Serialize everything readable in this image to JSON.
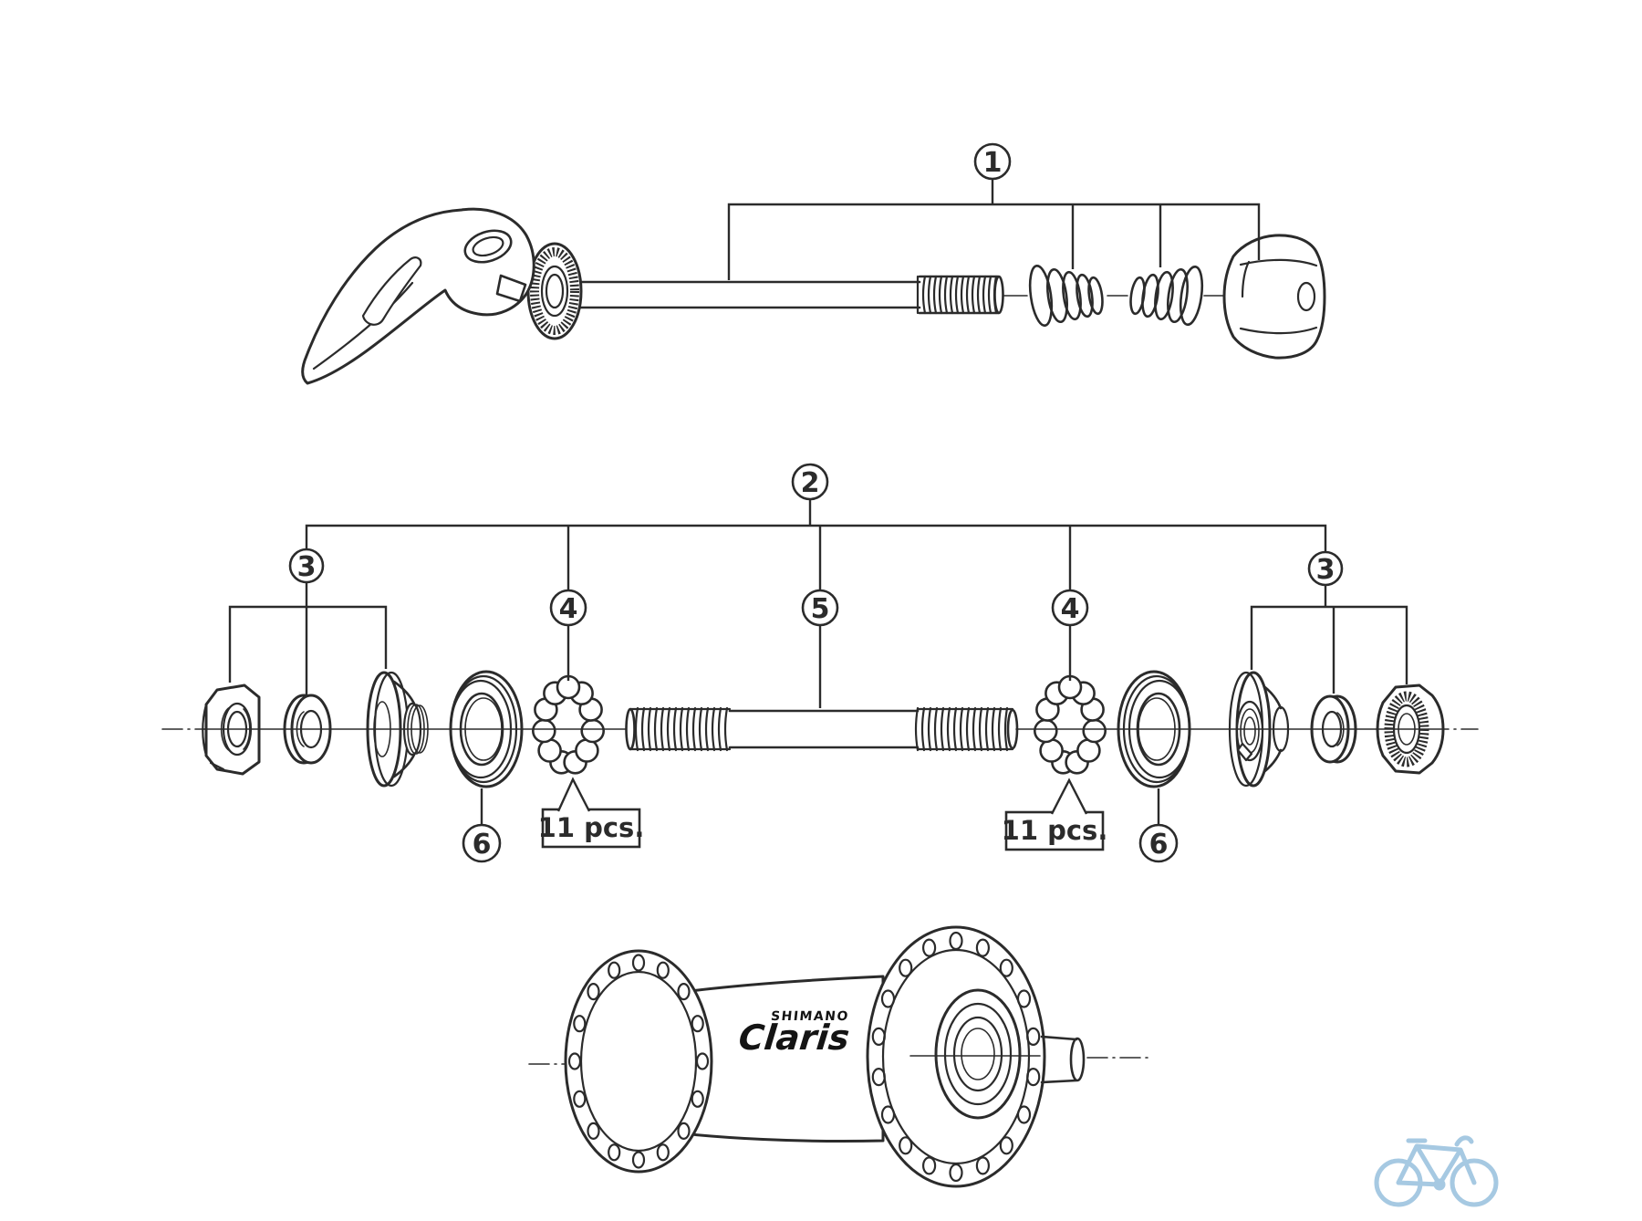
{
  "diagram": {
    "callouts": {
      "c1": "1",
      "c2": "2",
      "c3": "3",
      "c4": "4",
      "c5": "5",
      "c6": "6"
    },
    "ball_count_label": "11 pcs.",
    "hub_branding": {
      "brand": "SHIMANO",
      "model": "Claris"
    },
    "colors": {
      "line": "#2b2b2b",
      "background": "#ffffff",
      "bike_logo": "#a6c9e2"
    }
  }
}
